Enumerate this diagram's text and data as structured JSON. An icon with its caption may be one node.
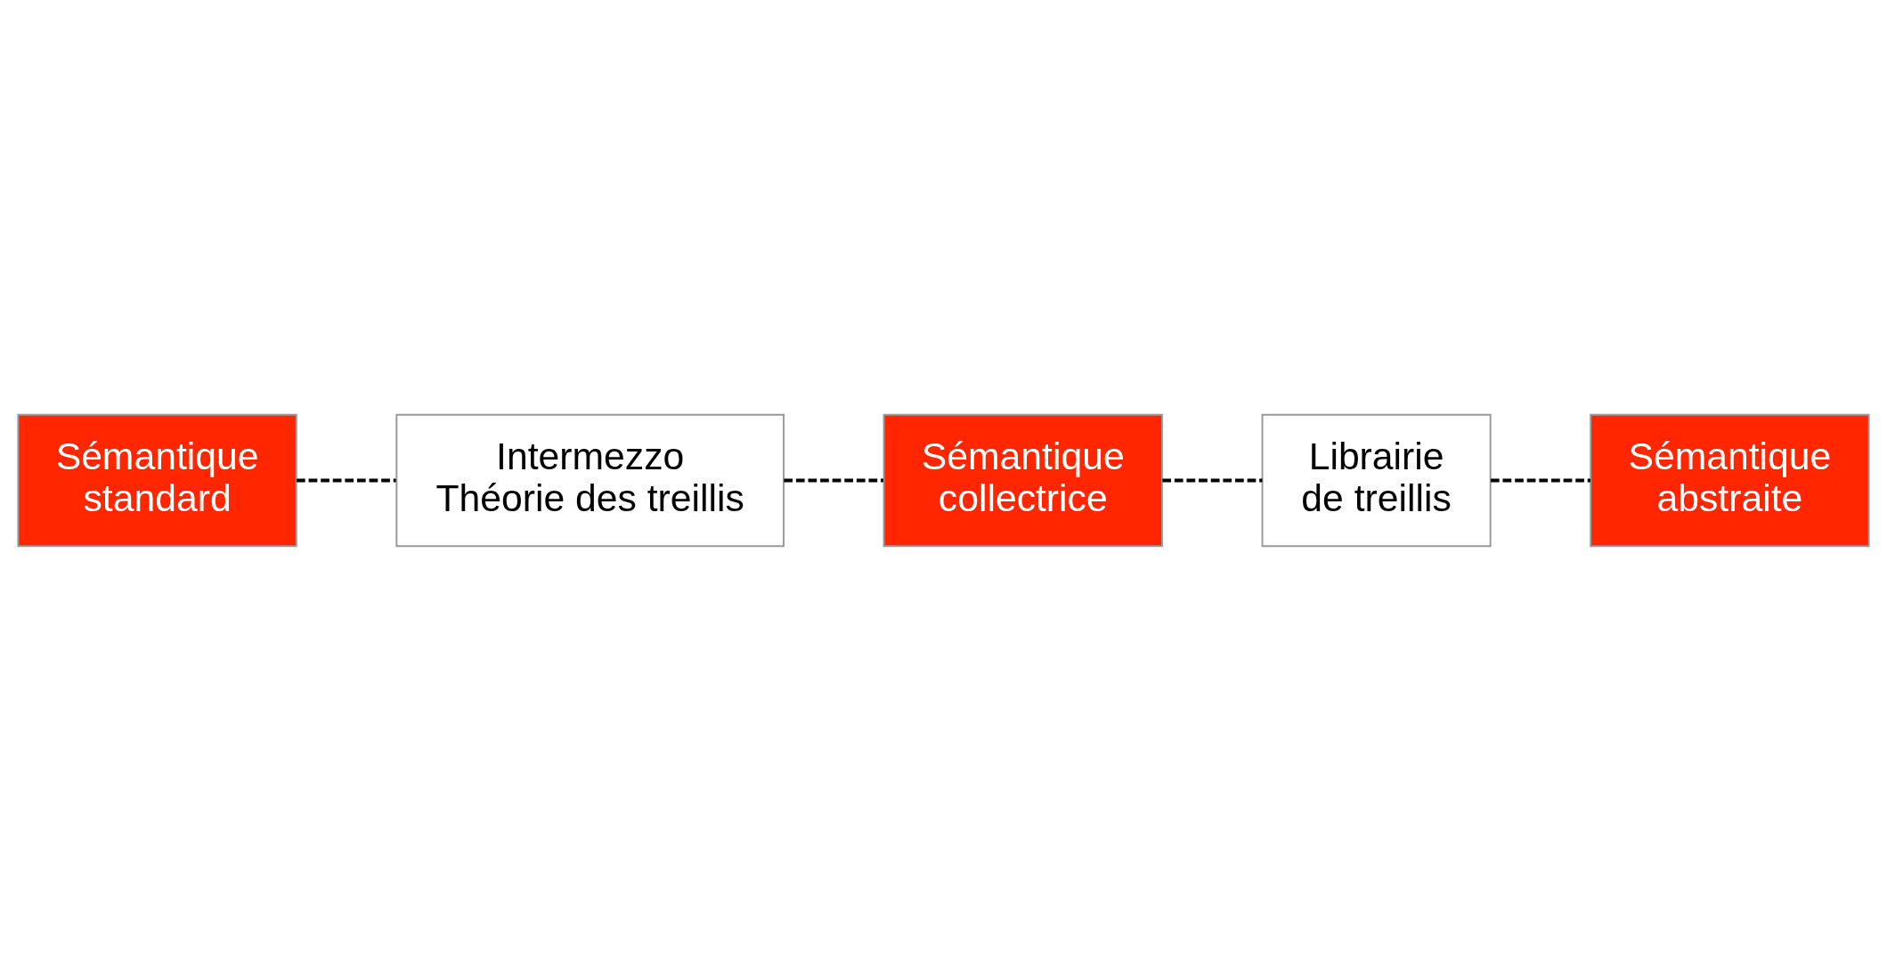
{
  "diagram": {
    "nodes": [
      {
        "text": [
          "Sémantique standard"
        ]
      },
      {
        "text": [
          "Intermezzo Théorie des treillis"
        ]
      },
      {
        "text": [
          "Sémantique collectrice"
        ]
      },
      {
        "text": [
          "Librairie de treillis"
        ]
      },
      {
        "text": [
          "Sémantique abstraite"
        ]
      }
    ],
    "edges": [
      {
        "from": 0,
        "to": 1,
        "arrow": "none",
        "style": "dashed"
      },
      {
        "from": 1,
        "to": 2,
        "arrow": "none",
        "style": "dashed"
      },
      {
        "from": 2,
        "to": 3,
        "arrow": "none",
        "style": "dashed"
      },
      {
        "from": 3,
        "to": 4,
        "arrow": "none",
        "style": "dashed"
      }
    ]
  }
}
